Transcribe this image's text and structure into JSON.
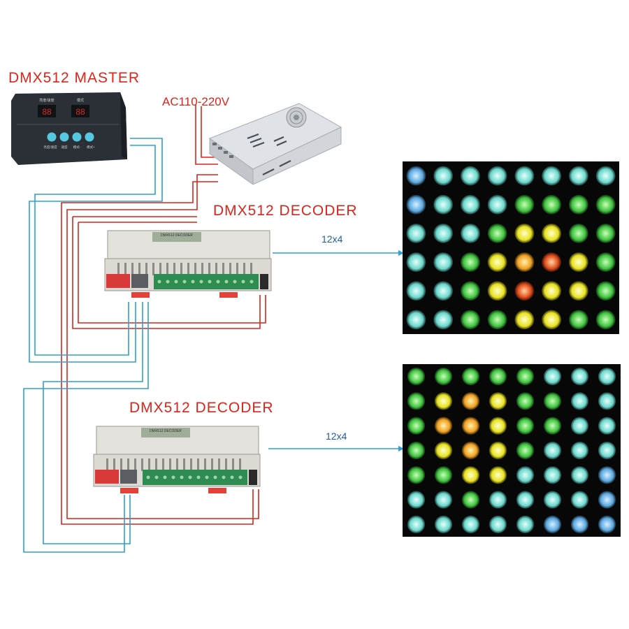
{
  "master": {
    "label": "DMX512 MASTER",
    "display_left": "88",
    "display_right": "88",
    "caption_left": "亮度/速度",
    "caption_right": "模式",
    "button_caption_1": "亮度/速度",
    "button_caption_2": "速度",
    "button_caption_3": "模式-",
    "button_caption_4": "模式+"
  },
  "power_supply": {
    "label": "AC110-220V"
  },
  "decoder_1": {
    "label": "DMX512 DECODER",
    "board_title": "DMX512 DECODER",
    "output_ratio": "12x4"
  },
  "decoder_2": {
    "label": "DMX512 DECODER",
    "board_title": "DMX512 DECODER",
    "output_ratio": "12x4"
  },
  "colors": {
    "power_wire": "#d9261c",
    "signal_wire": "#2f9fd6",
    "label_red": "#d9261c",
    "ratio_blue": "#1d5f9e"
  },
  "led_panel_1": {
    "rows": [
      [
        "blue",
        "cyan",
        "cyan",
        "cyan",
        "cyan",
        "cyan",
        "cyan",
        "cyan"
      ],
      [
        "blue",
        "cyan",
        "cyan",
        "cyan",
        "green",
        "green",
        "green",
        "green"
      ],
      [
        "cyan",
        "cyan",
        "cyan",
        "green",
        "yellow",
        "yellow",
        "green",
        "green"
      ],
      [
        "cyan",
        "cyan",
        "green",
        "yellow",
        "orange",
        "red",
        "yellow",
        "green"
      ],
      [
        "cyan",
        "cyan",
        "green",
        "yellow",
        "red",
        "yellow",
        "yellow",
        "green"
      ],
      [
        "cyan",
        "cyan",
        "green",
        "green",
        "yellow",
        "yellow",
        "green",
        "green"
      ]
    ]
  },
  "led_panel_2": {
    "rows": [
      [
        "green",
        "green",
        "green",
        "green",
        "green",
        "cyan",
        "cyan",
        "cyan"
      ],
      [
        "green",
        "yellow",
        "orange",
        "yellow",
        "green",
        "green",
        "cyan",
        "cyan"
      ],
      [
        "green",
        "orange",
        "orange",
        "yellow",
        "green",
        "green",
        "cyan",
        "cyan"
      ],
      [
        "green",
        "yellow",
        "orange",
        "yellow",
        "green",
        "cyan",
        "cyan",
        "cyan"
      ],
      [
        "green",
        "green",
        "yellow",
        "yellow",
        "cyan",
        "cyan",
        "cyan",
        "blue"
      ],
      [
        "cyan",
        "cyan",
        "green",
        "cyan",
        "cyan",
        "cyan",
        "cyan",
        "blue"
      ],
      [
        "cyan",
        "cyan",
        "cyan",
        "cyan",
        "cyan",
        "blue",
        "blue",
        "blue"
      ]
    ]
  }
}
